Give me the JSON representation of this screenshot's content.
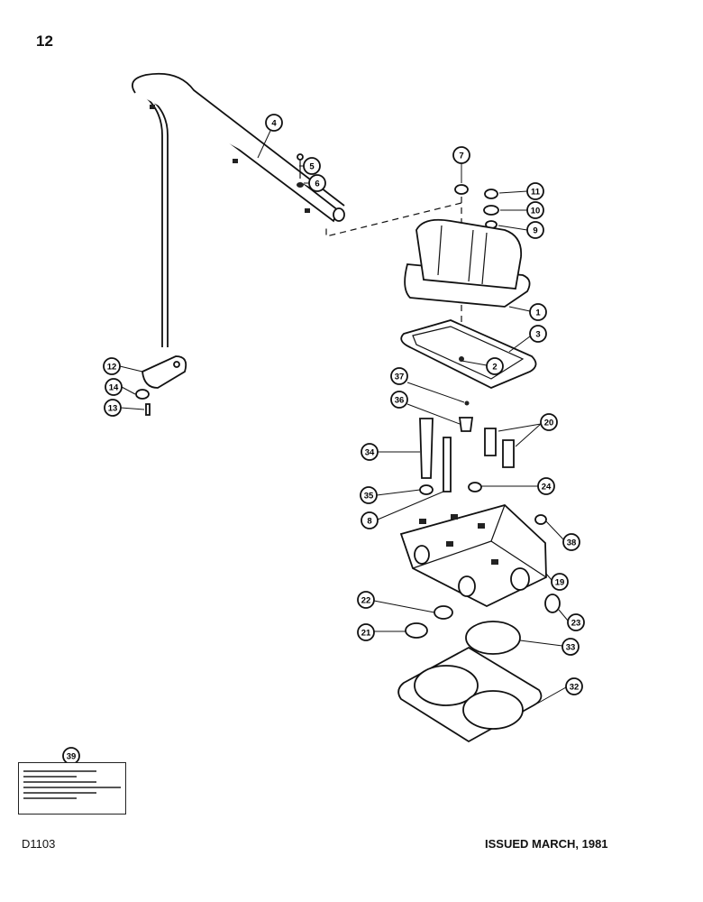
{
  "page": {
    "number": "12",
    "drawing_code": "D1103",
    "issue": "ISSUED MARCH, 1981"
  },
  "callouts": [
    {
      "label": "4"
    },
    {
      "label": "5"
    },
    {
      "label": "6"
    },
    {
      "label": "7"
    },
    {
      "label": "11"
    },
    {
      "label": "10"
    },
    {
      "label": "9"
    },
    {
      "label": "1"
    },
    {
      "label": "3"
    },
    {
      "label": "2"
    },
    {
      "label": "12"
    },
    {
      "label": "14"
    },
    {
      "label": "13"
    },
    {
      "label": "37"
    },
    {
      "label": "36"
    },
    {
      "label": "20"
    },
    {
      "label": "34"
    },
    {
      "label": "24"
    },
    {
      "label": "35"
    },
    {
      "label": "8"
    },
    {
      "label": "38"
    },
    {
      "label": "19"
    },
    {
      "label": "22"
    },
    {
      "label": "23"
    },
    {
      "label": "21"
    },
    {
      "label": "33"
    },
    {
      "label": "32"
    },
    {
      "label": "39"
    }
  ]
}
